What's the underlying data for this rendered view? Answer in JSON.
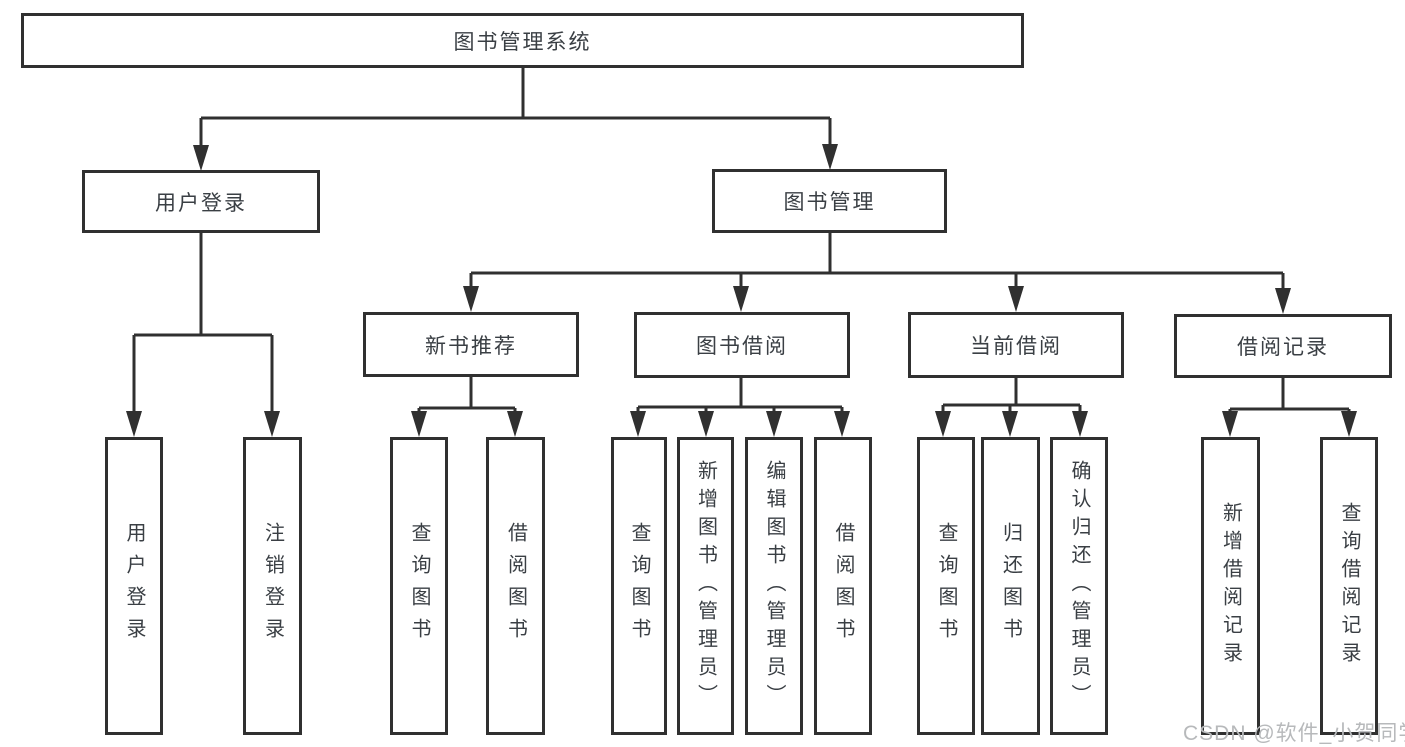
{
  "diagram": {
    "title": "图书管理系统",
    "tree": {
      "root": "图书管理系统",
      "branches": [
        {
          "label": "用户登录",
          "children": [
            "用户登录",
            "注销登录"
          ]
        },
        {
          "label": "图书管理",
          "children_modules": [
            {
              "label": "新书推荐",
              "children": [
                "查询图书",
                "借阅图书"
              ]
            },
            {
              "label": "图书借阅",
              "children": [
                "查询图书",
                "新增图书（管理员）",
                "编辑图书（管理员）",
                "借阅图书"
              ]
            },
            {
              "label": "当前借阅",
              "children": [
                "查询图书",
                "归还图书",
                "确认归还（管理员）"
              ]
            },
            {
              "label": "借阅记录",
              "children": [
                "新增借阅记录",
                "查询借阅记录"
              ]
            }
          ]
        }
      ]
    },
    "nodes": {
      "root": "图书管理系统",
      "userLogin": "用户登录",
      "bookMgmt": "图书管理",
      "newBook": "新书推荐",
      "bookBorrow": "图书借阅",
      "currentBorrow": "当前借阅",
      "borrowRecords": "借阅记录"
    },
    "leaves": [
      "用户登录",
      "注销登录",
      "查询图书",
      "借阅图书",
      "查询图书",
      "新增图书（管理员）",
      "编辑图书（管理员）",
      "借阅图书",
      "查询图书",
      "归还图书",
      "确认归还（管理员）",
      "新增借阅记录",
      "查询借阅记录"
    ]
  },
  "watermark": "CSDN @软件_小贺同学",
  "colors": {
    "line": "#303030",
    "box_border": "#303030",
    "text": "#3a3f44",
    "watermark": "#b7b9bb",
    "background": "#ffffff"
  }
}
